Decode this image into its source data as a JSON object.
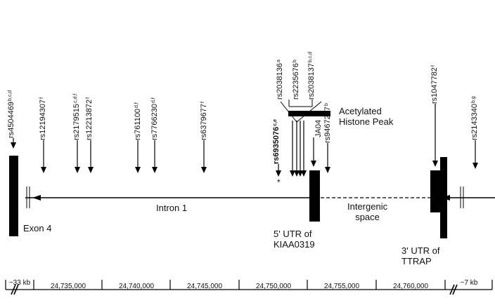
{
  "snps": [
    {
      "id": "rs4504469",
      "sup": "b,c,d"
    },
    {
      "id": "rs12194307",
      "sup": "f"
    },
    {
      "id": "rs2179515",
      "sup": "c,d,f"
    },
    {
      "id": "rs12213872",
      "sup": "f"
    },
    {
      "id": "rs761100",
      "sup": "d,f"
    },
    {
      "id": "rs7766230",
      "sup": "d,f"
    },
    {
      "id": "rs6379677",
      "sup": "f"
    },
    {
      "id": "rs6935076",
      "sup": "c,e"
    },
    {
      "id": "rs2038136",
      "sup": "a"
    },
    {
      "id": "rs2235676",
      "sup": "b"
    },
    {
      "id": "rs2038137",
      "sup": "b,c,d"
    },
    {
      "id": "JA04",
      "sup": ""
    },
    {
      "id": "rs9467247",
      "sup": "b"
    },
    {
      "id": "rs1047782",
      "sup": "f"
    },
    {
      "id": "rs2143340",
      "sup": "b,g"
    }
  ],
  "labels": {
    "acetylated_line1": "Acetylated",
    "acetylated_line2": "Histone Peak",
    "exon4": "Exon 4",
    "intron1": "Intron 1",
    "intergenic_line1": "Intergenic",
    "intergenic_line2": "space",
    "utr5_line1": "5' UTR of",
    "utr5_line2": "KIAA0319",
    "utr3_line1": "3' UTR of",
    "utr3_line2": "TTRAP",
    "asterisk": "*"
  },
  "scale": {
    "left_break": "~33 kb",
    "right_break": "~7 kb",
    "ticks": [
      "24,735,000",
      "24,740,000",
      "24,745,000",
      "24,750,000",
      "24,755,000",
      "24,760,000"
    ]
  }
}
